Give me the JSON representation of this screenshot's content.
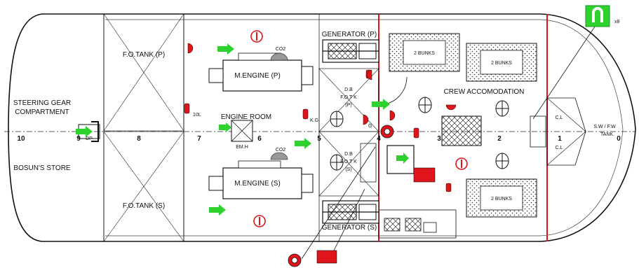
{
  "labels": {
    "steering": [
      "STEERING GEAR",
      "COMPARTMENT"
    ],
    "bosun": "BOSUN'S STORE",
    "fo_tank_p": "F.O.TANK (P)",
    "fo_tank_s": "F.O.TANK (S)",
    "m_engine_p": "M.ENGINE (P)",
    "m_engine_s": "M.ENGINE (S)",
    "engine_room": "ENGINE ROOM",
    "emh": "EM.H",
    "generator_p": "GENERATOR (P)",
    "generator_s": "GENERATOR (S)",
    "db_fotk_p": [
      "D.B",
      "F.O.T K",
      "(P)"
    ],
    "db_fotk_s": [
      "D.B",
      "F.O.T K",
      "(S)"
    ],
    "crew": "CREW ACCOMODATION",
    "bunks_top_left": "2 BUNKS",
    "bunks_top_right": "2 BUNKS",
    "bunks_bottom": "2 BUNKS",
    "cl_top": "C.L",
    "cl_bottom": "C.L",
    "sw_fw_tank": [
      "S.W / F.W",
      "TANK."
    ],
    "co2_top": "CO2",
    "co2_bottom": "CO2",
    "dp": "DP",
    "lifebuoy_count": "x8",
    "ext_10l": "10L",
    "ext_kg": "K.G",
    "ext_g": "G"
  },
  "frame_numbers": [
    "10",
    "9",
    "8",
    "7",
    "6",
    "5",
    "4",
    "3",
    "2",
    "1",
    "0"
  ],
  "colors": {
    "fire_red": "#e0151b",
    "arrow_green": "#2fd12f",
    "outline": "#111111",
    "hatch": "#555555"
  },
  "legend": {
    "icon": "lifebuoy-icon"
  }
}
